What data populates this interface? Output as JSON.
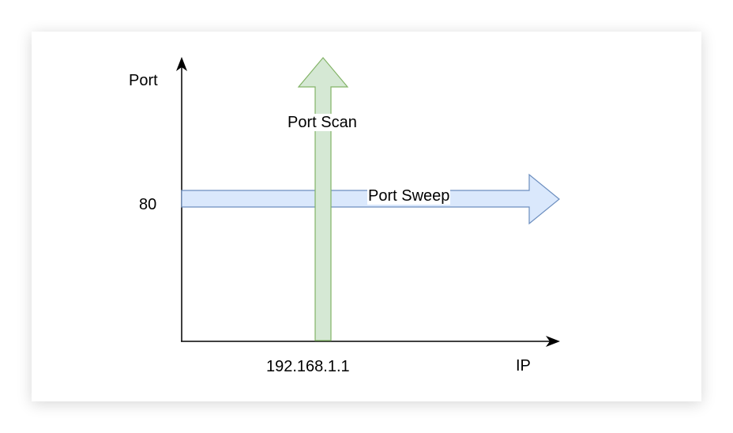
{
  "diagram": {
    "axes": {
      "y_label": "Port",
      "x_label": "IP",
      "y_tick": "80",
      "x_tick": "192.168.1.1"
    },
    "arrows": {
      "port_scan": {
        "label": "Port Scan",
        "fill": "#d5e8d4",
        "stroke": "#82b366"
      },
      "port_sweep": {
        "label": "Port Sweep",
        "fill": "#dae8fc",
        "stroke": "#6c8ebf"
      }
    }
  }
}
